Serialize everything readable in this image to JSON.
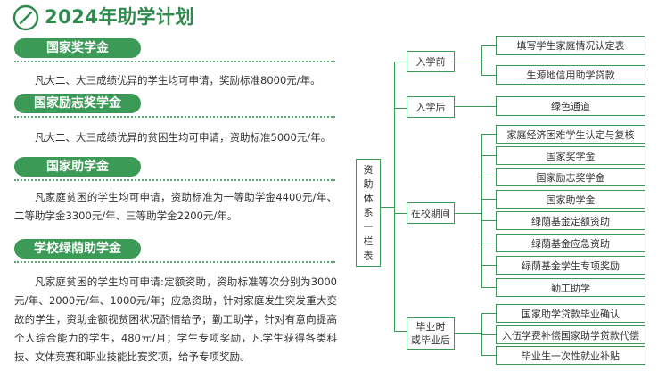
{
  "page": {
    "title": "2024年助学计划",
    "icon": "gauge-icon"
  },
  "sections": [
    {
      "heading": "国家奖学金",
      "text": "凡大二、大三成绩优异的学生均可申请，奖励标准8000元/年。"
    },
    {
      "heading": "国家励志奖学金",
      "text": "凡大二、大三成绩优异的贫困生均可申请，资助标准5000元/年。"
    },
    {
      "heading": "国家助学金",
      "text": "凡家庭贫困的学生均可申请，资助标准为一等助学金4400元/年、二等助学金3300元/年、三等助学金2200元/年。"
    },
    {
      "heading": "学校绿荫助学金",
      "text": "凡家庭贫困的学生均可申请:定额资助，资助标准等次分别为3000元/年、2000元/年、1000元/年；应急资助，针对家庭发生突发重大变故的学生，资助金额视贫困状况酌情给予；勤工助学，针对有意向提高个人综合能力的学生，480元/月；学生专项奖励，凡学生获得各类科技、文体竞赛和职业技能比赛奖项，给予专项奖励。"
    }
  ],
  "diagram": {
    "root": "资助体系一栏表",
    "stage1": {
      "label": "入学前",
      "items": [
        "填写学生家庭情况认定表",
        "生源地信用助学贷款"
      ]
    },
    "stage2": {
      "label": "入学后",
      "items": [
        "绿色通道"
      ]
    },
    "stage3": {
      "label": "在校期间",
      "items": [
        "家庭经济困难学生认定与复核",
        "国家奖学金",
        "国家励志奖学金",
        "国家助学金",
        "绿荫基金定额资助",
        "绿荫基金应急资助",
        "绿荫基金学生专项奖励",
        "勤工助学"
      ]
    },
    "stage4": {
      "label_line1": "毕业时",
      "label_line2": "或毕业后",
      "items": [
        "国家助学贷款毕业确认",
        "入伍学费补偿国家助学贷款代偿",
        "毕业生一次性就业补贴"
      ]
    }
  },
  "colors": {
    "accent": "#3a9a56",
    "title": "#2f8a4e"
  }
}
